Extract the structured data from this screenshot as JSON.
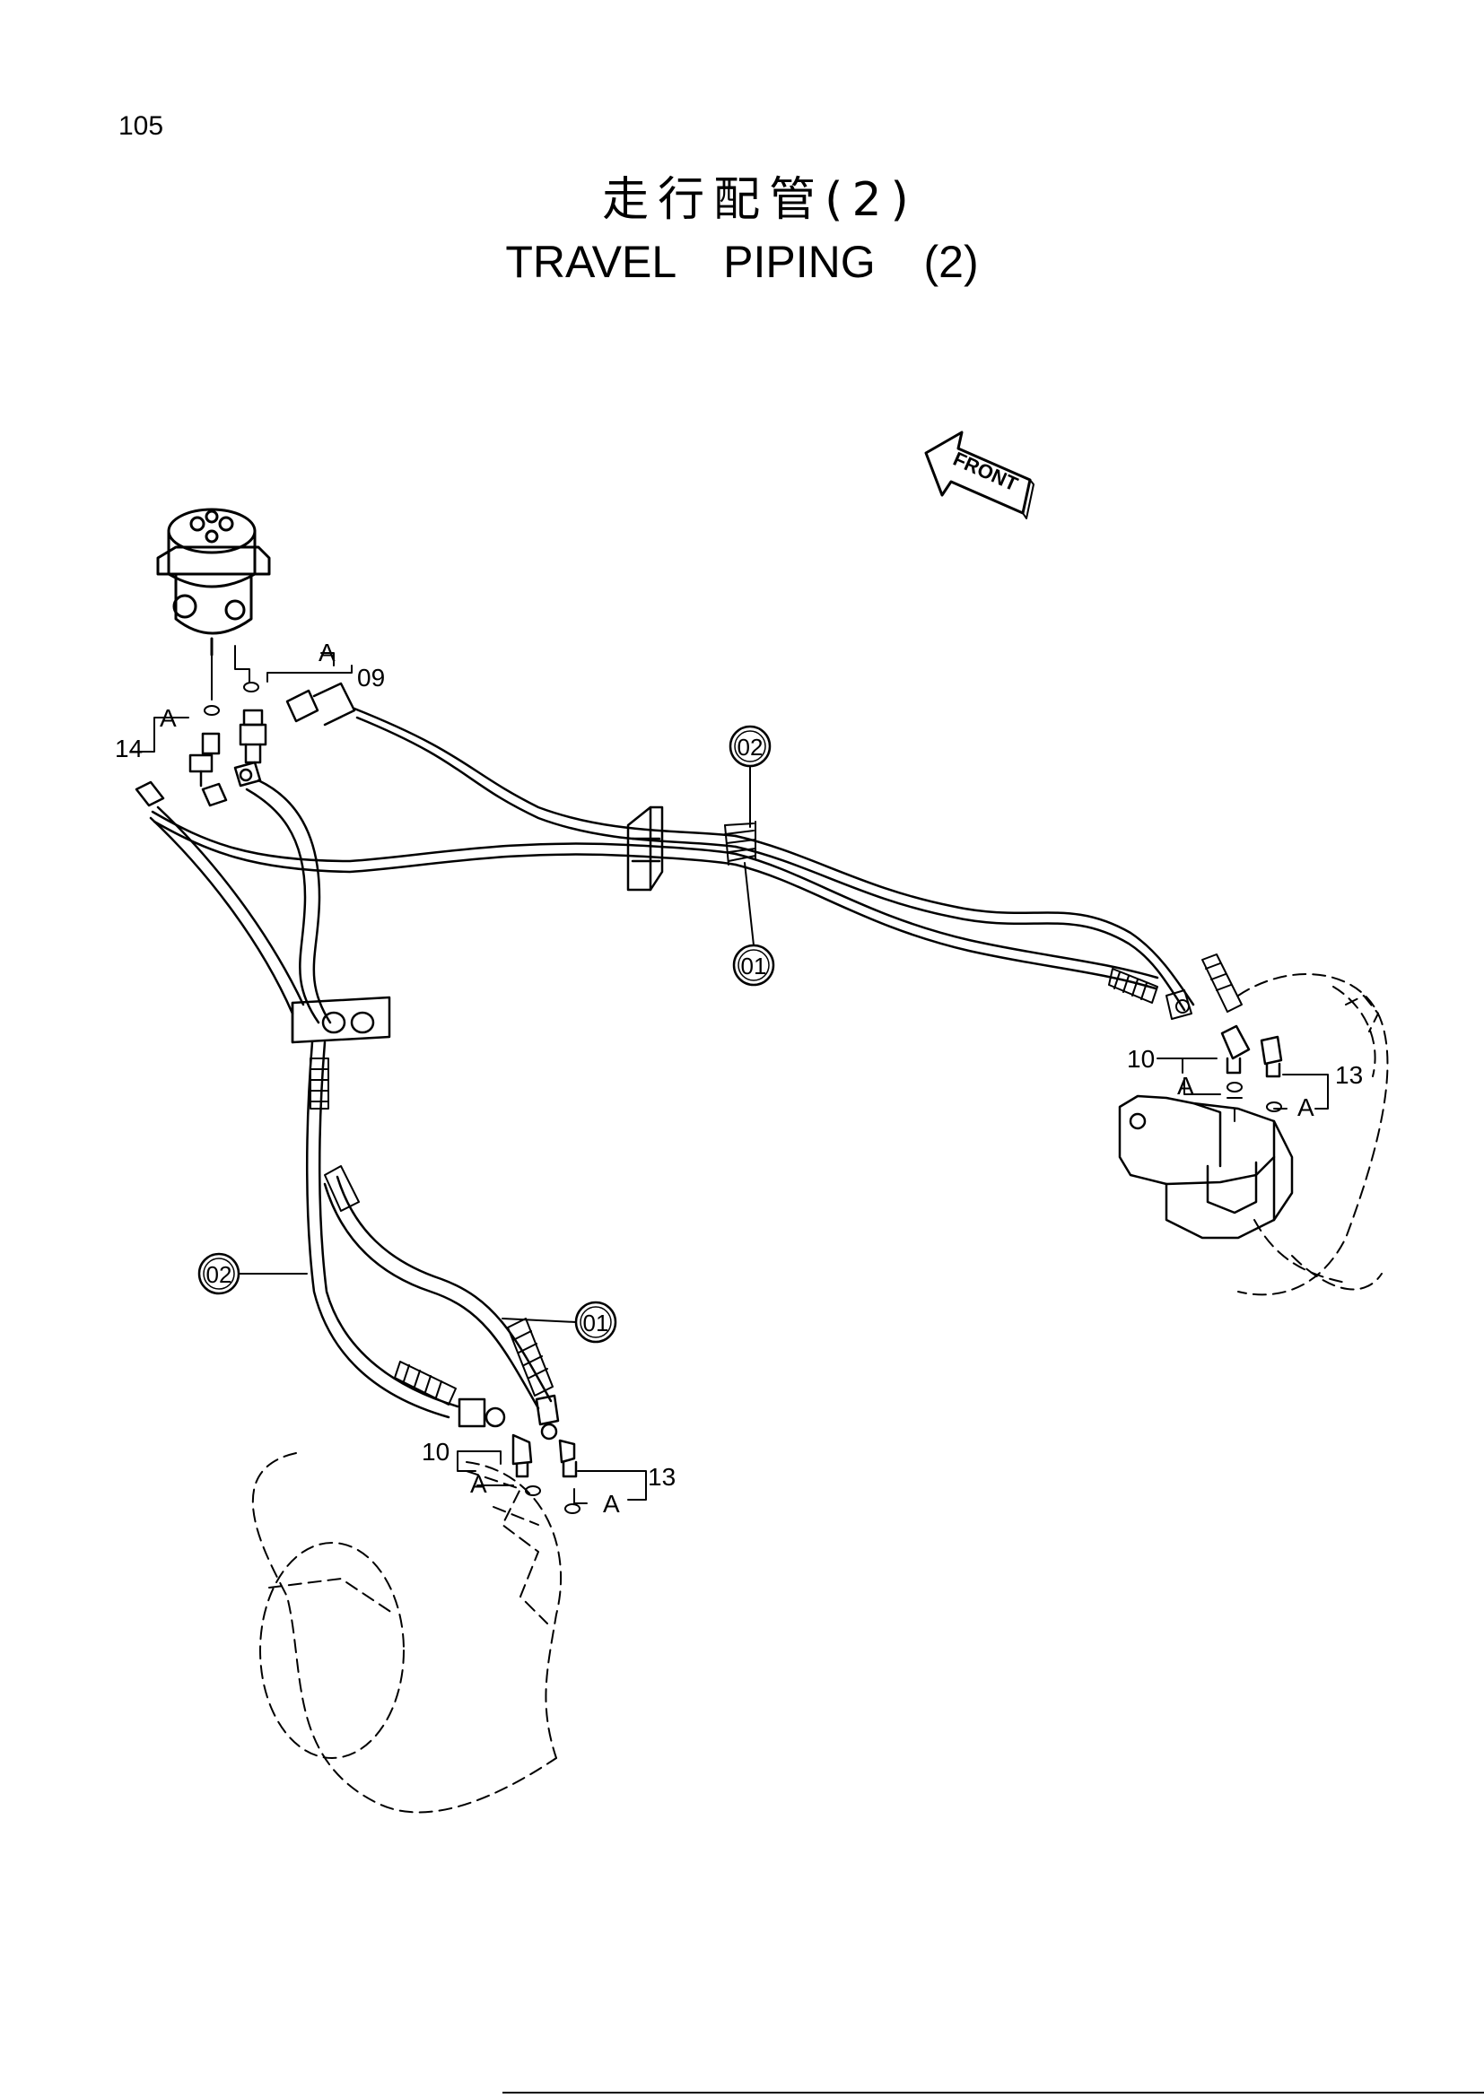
{
  "header": {
    "page_number": "105",
    "title_jp": "走行配管(2)",
    "title_en": "TRAVEL   PIPING (2)"
  },
  "direction_arrow": {
    "label": "FRONT"
  },
  "callouts": {
    "c01_upper": "01",
    "c02_upper": "02",
    "c02_lower": "02",
    "c01_lower": "01"
  },
  "part_labels": {
    "p09": "09",
    "p14": "14",
    "p10_right": "10",
    "p13_right": "13",
    "p10_lower": "10",
    "p13_lower": "13"
  },
  "seal_labels": {
    "a_top": "A",
    "a_left": "A",
    "a_right_1": "A",
    "a_right_2": "A",
    "a_lower_1": "A",
    "a_lower_2": "A"
  },
  "icons": [
    "front-arrow-icon",
    "swivel-joint",
    "travel-motor-right",
    "travel-motor-left"
  ]
}
